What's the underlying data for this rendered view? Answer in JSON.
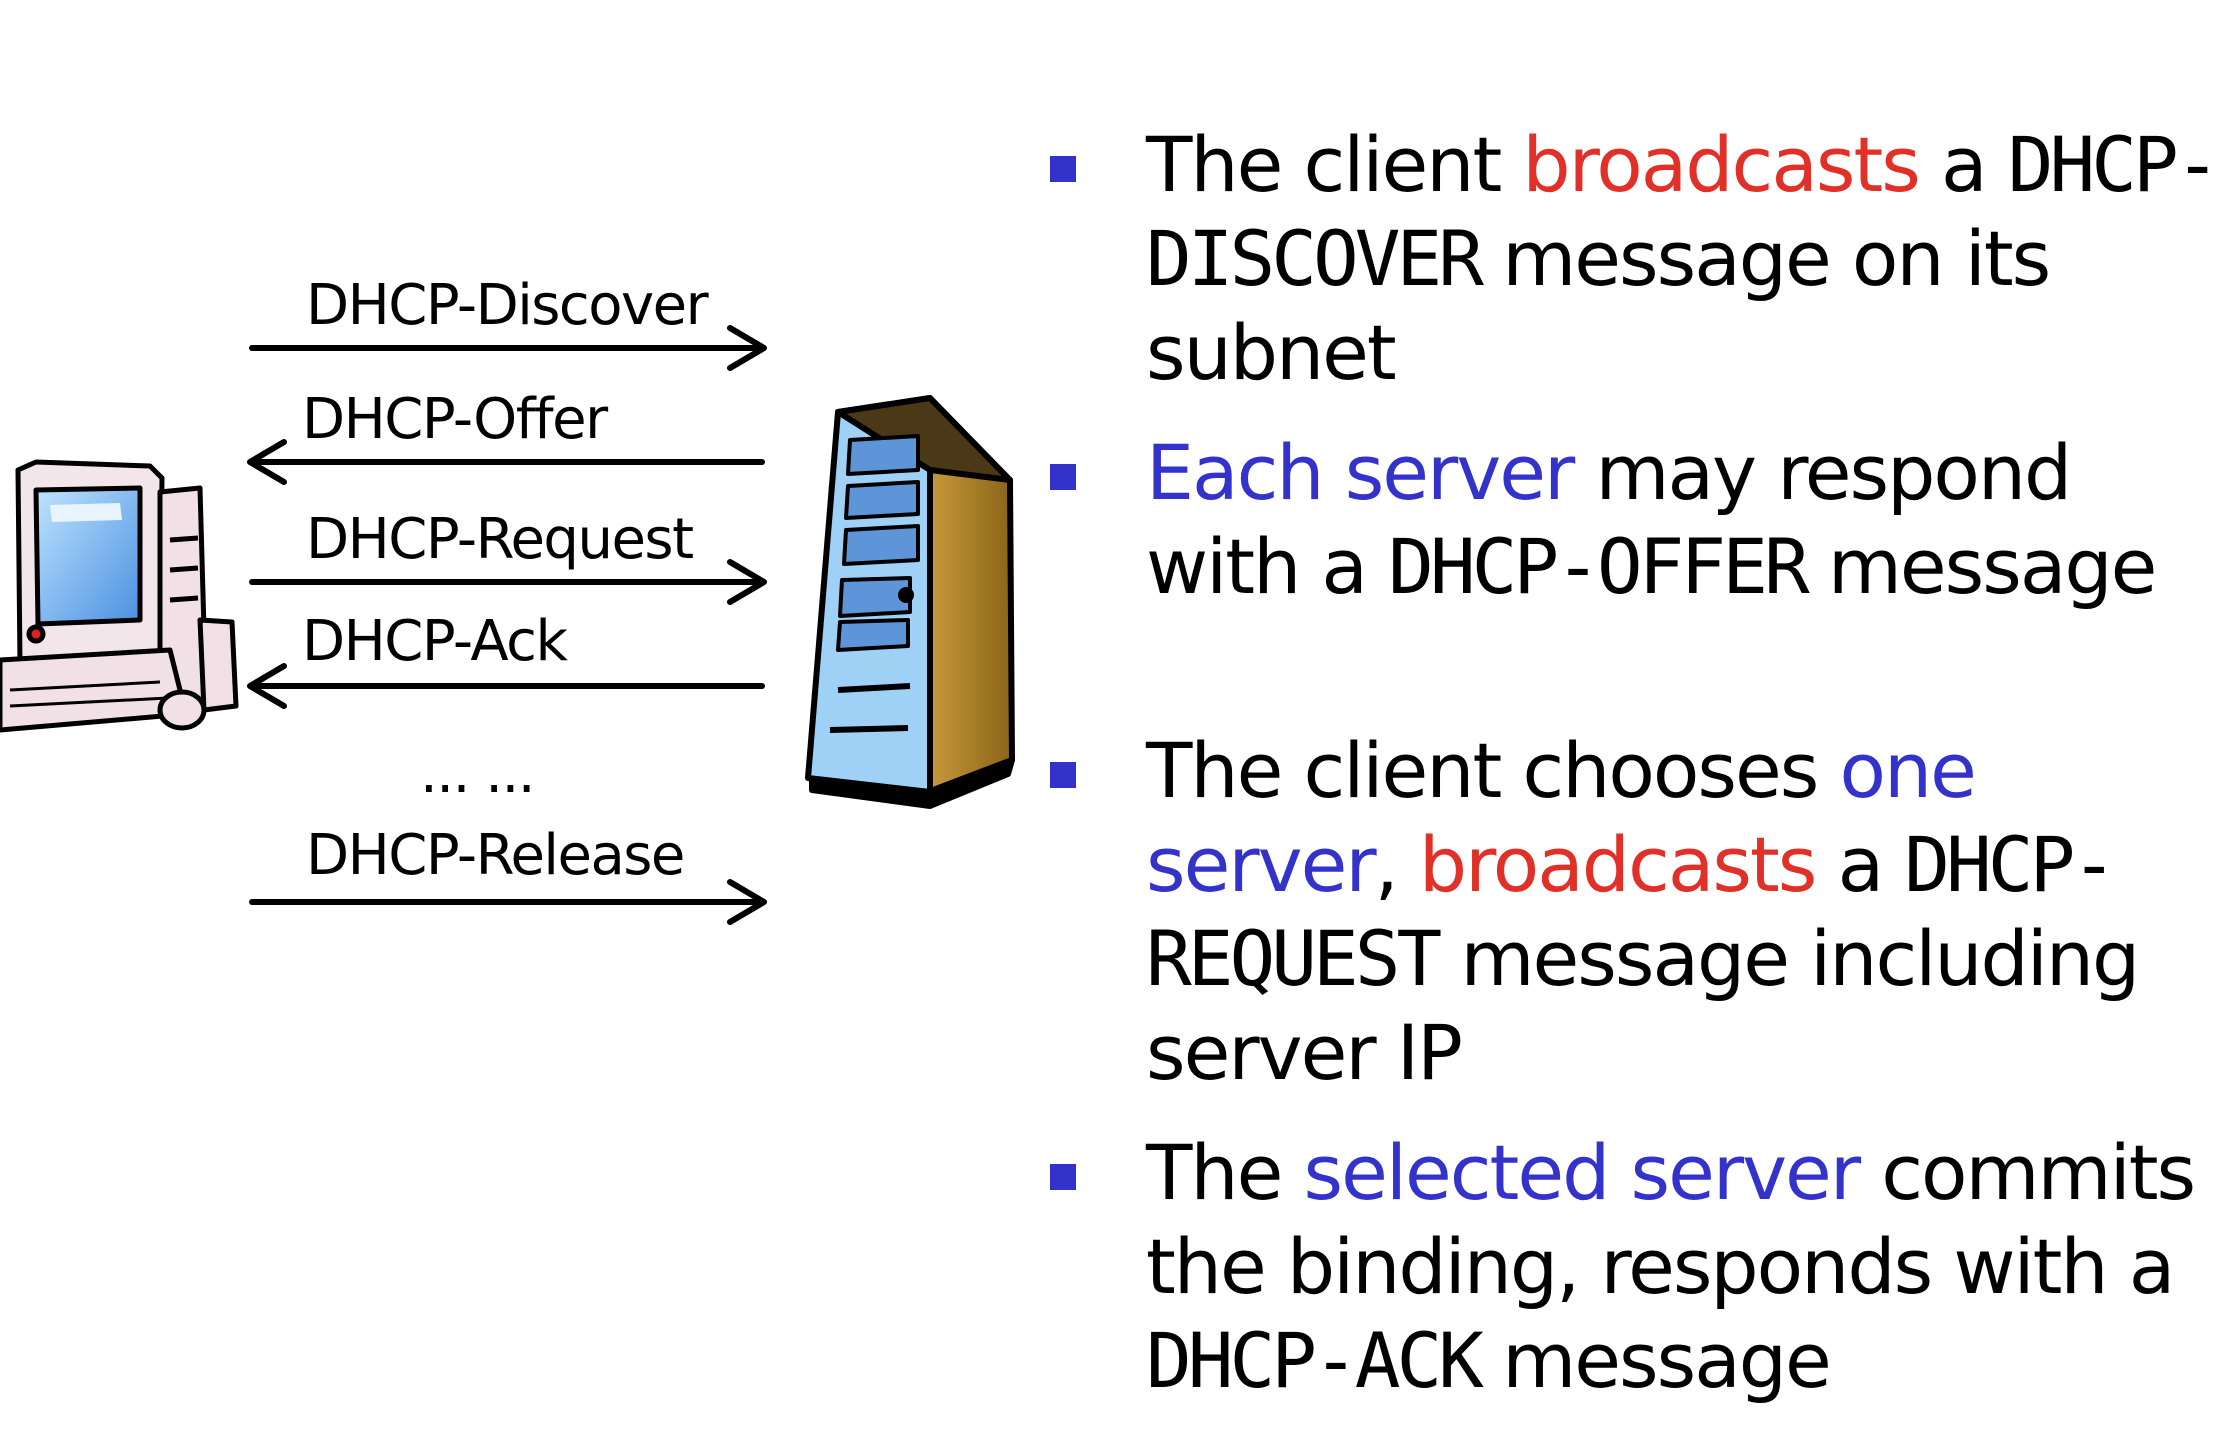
{
  "messages": [
    {
      "label": "DHCP-Discover",
      "direction": "to-server"
    },
    {
      "label": "DHCP-Offer",
      "direction": "to-client"
    },
    {
      "label": "DHCP-Request",
      "direction": "to-server"
    },
    {
      "label": "DHCP-Ack",
      "direction": "to-client"
    },
    {
      "label": "DHCP-Release",
      "direction": "to-server"
    }
  ],
  "ellipsis": "... ...",
  "icons": {
    "client": "desktop-computer-icon",
    "server": "server-tower-icon"
  },
  "colors": {
    "highlight_red": "#e03027",
    "highlight_blue": "#3333cc",
    "bullet_marker": "#3333cc"
  },
  "bullets": [
    {
      "p1": "The client ",
      "hl1": "broadcasts",
      "p2": " a ",
      "code": "DHCP-DISCOVER",
      "p3": " message on its subnet"
    },
    {
      "hl1": "Each server",
      "p2": " may respond with a ",
      "code": "DHCP-OFFER",
      "p3": " message"
    },
    {
      "p1": "The client chooses ",
      "hl1": "one server",
      "p2": ", ",
      "hl2": "broadcasts",
      "p3": " a ",
      "code": "DHCP-REQUEST",
      "p4": " message including server IP"
    },
    {
      "p1": "The ",
      "hl1": "selected server",
      "p2": " commits the binding, responds with a ",
      "code": "DHCP-ACK",
      "p3": " message"
    }
  ]
}
